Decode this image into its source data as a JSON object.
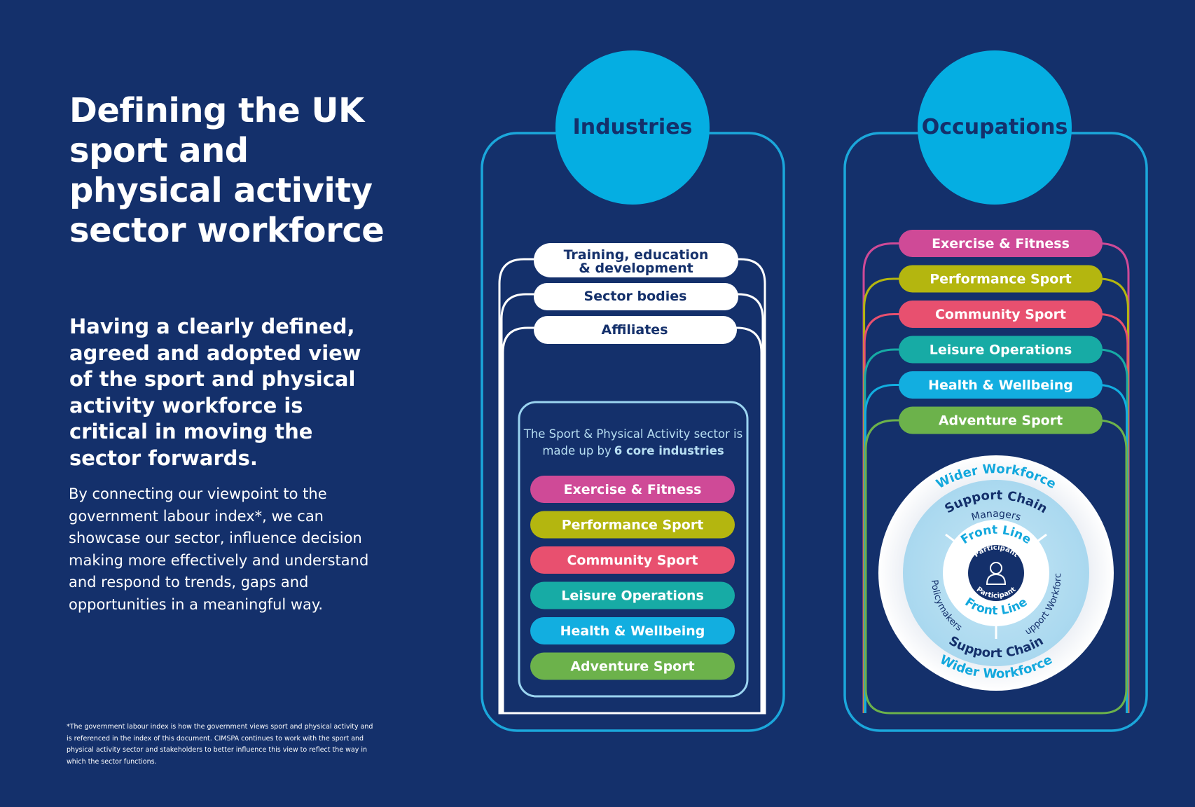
{
  "left": {
    "title": "Defining the UK sport and physical activity sector workforce",
    "lead": "Having a clearly defined, agreed and adopted view of the sport and physical activity workforce is critical in moving the sector forwards.",
    "body": "By connecting our viewpoint to the government labour index*, we can showcase our sector, influence decision making more effectively and understand and respond to trends, gaps and opportunities in a meaningful way.",
    "footnote": "*The government labour index is how the government views sport and physical activity and is referenced in the index of this document. CIMSPA continues to work with the sport and physical activity sector and stakeholders to better influence this view to reflect the way in which the sector functions."
  },
  "industries": {
    "title": "Industries",
    "outer_layers": [
      "Training, education",
      "& development",
      "Sector bodies",
      "Affiliates"
    ],
    "core_text_1": "The Sport & Physical Activity sector is",
    "core_text_2": "made up by",
    "core_text_bold": "6 core industries",
    "core": [
      {
        "label": "Exercise & Fitness",
        "color": "#cf4a97"
      },
      {
        "label": "Performance Sport",
        "color": "#b4b60f"
      },
      {
        "label": "Community Sport",
        "color": "#e8506f"
      },
      {
        "label": "Leisure Operations",
        "color": "#17aba5"
      },
      {
        "label": "Health & Wellbeing",
        "color": "#12aee0"
      },
      {
        "label": "Adventure Sport",
        "color": "#6cb24b"
      }
    ]
  },
  "occupations": {
    "title": "Occupations",
    "layers": [
      {
        "label": "Exercise & Fitness",
        "color": "#cf4a97"
      },
      {
        "label": "Performance Sport",
        "color": "#b4b60f"
      },
      {
        "label": "Community Sport",
        "color": "#e8506f"
      },
      {
        "label": "Leisure Operations",
        "color": "#17aba5"
      },
      {
        "label": "Health & Wellbeing",
        "color": "#12aee0"
      },
      {
        "label": "Adventure Sport",
        "color": "#6cb24b"
      }
    ],
    "rings": {
      "wider_top": "Wider Workforce",
      "support_top": "Support Chain",
      "managers": "Managers",
      "front_top": "Front Line",
      "participant_top": "Participant",
      "participant_bottom": "Participant",
      "front_bottom": "Front Line",
      "policymakers": "Policymakers",
      "support_workforce": "Support Workforce",
      "support_bottom": "Support Chain",
      "wider_bottom": "Wider Workforce"
    }
  },
  "colors": {
    "background": "#14306b",
    "circle_header": "#05aee2",
    "outline": "#1ba7db",
    "white": "#ffffff",
    "navy_text": "#14306b"
  }
}
